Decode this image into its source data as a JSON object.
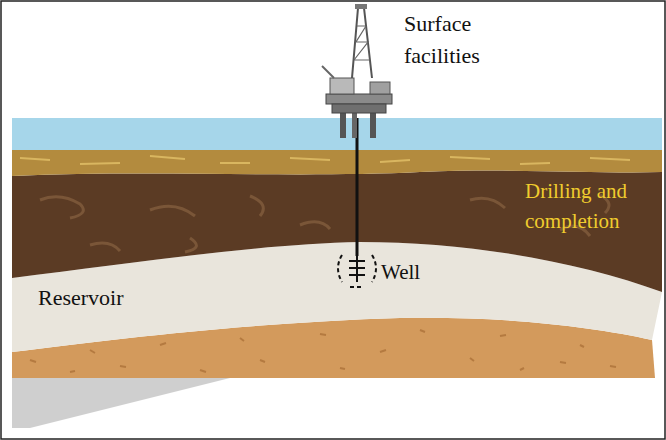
{
  "diagram": {
    "labels": [
      "Surface facilities",
      "Drilling and completion",
      "Well",
      "Reservoir"
    ]
  }
}
